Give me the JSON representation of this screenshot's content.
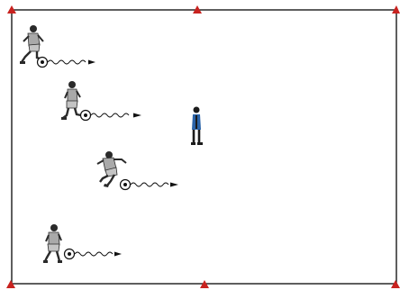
{
  "drill": {
    "colors": {
      "background": "#ffffff",
      "boundary": "#1a1a1a",
      "cone": "#c8221f",
      "player_shirt": "#a9a9a9",
      "player_shorts": "#c4c4c4",
      "player_skin": "#2a2a2a",
      "coach_jacket": "#2a63a8",
      "coach_dark": "#1b1b1b",
      "ball": "#ffffff",
      "dribble_path": "#111111"
    },
    "cone_count": 6,
    "players": [
      {
        "id": "player-1",
        "icon": "dribbling-player-icon",
        "has_ball": true,
        "action": "dribble-right"
      },
      {
        "id": "player-2",
        "icon": "dribbling-player-icon",
        "has_ball": true,
        "action": "dribble-right"
      },
      {
        "id": "player-3",
        "icon": "dribbling-player-icon",
        "has_ball": true,
        "action": "dribble-right"
      },
      {
        "id": "player-4",
        "icon": "dribbling-player-icon",
        "has_ball": true,
        "action": "dribble-right"
      }
    ],
    "coach": {
      "icon": "coach-icon",
      "facing": "left"
    }
  }
}
